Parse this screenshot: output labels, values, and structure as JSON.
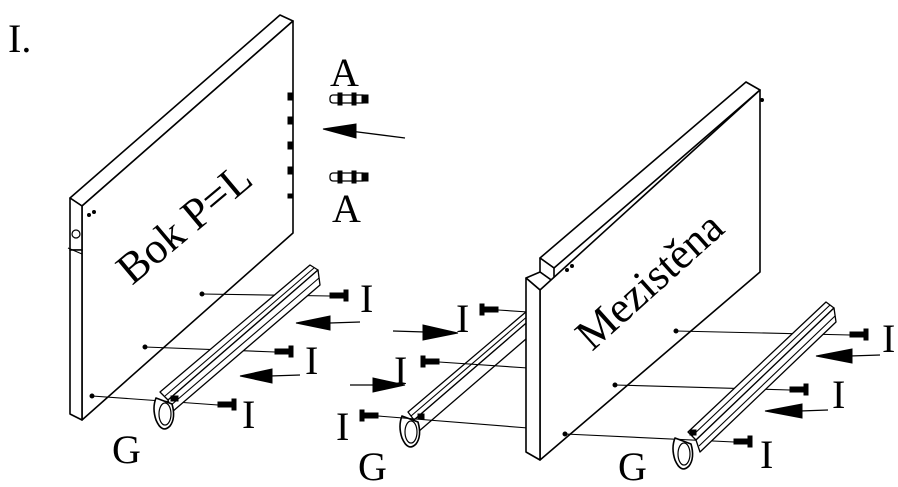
{
  "step_label": "I.",
  "panels": {
    "side": "Bok P=L",
    "divider": "Mezistěna"
  },
  "parts": {
    "dowel": "A",
    "screw": "I",
    "runner": "G"
  }
}
